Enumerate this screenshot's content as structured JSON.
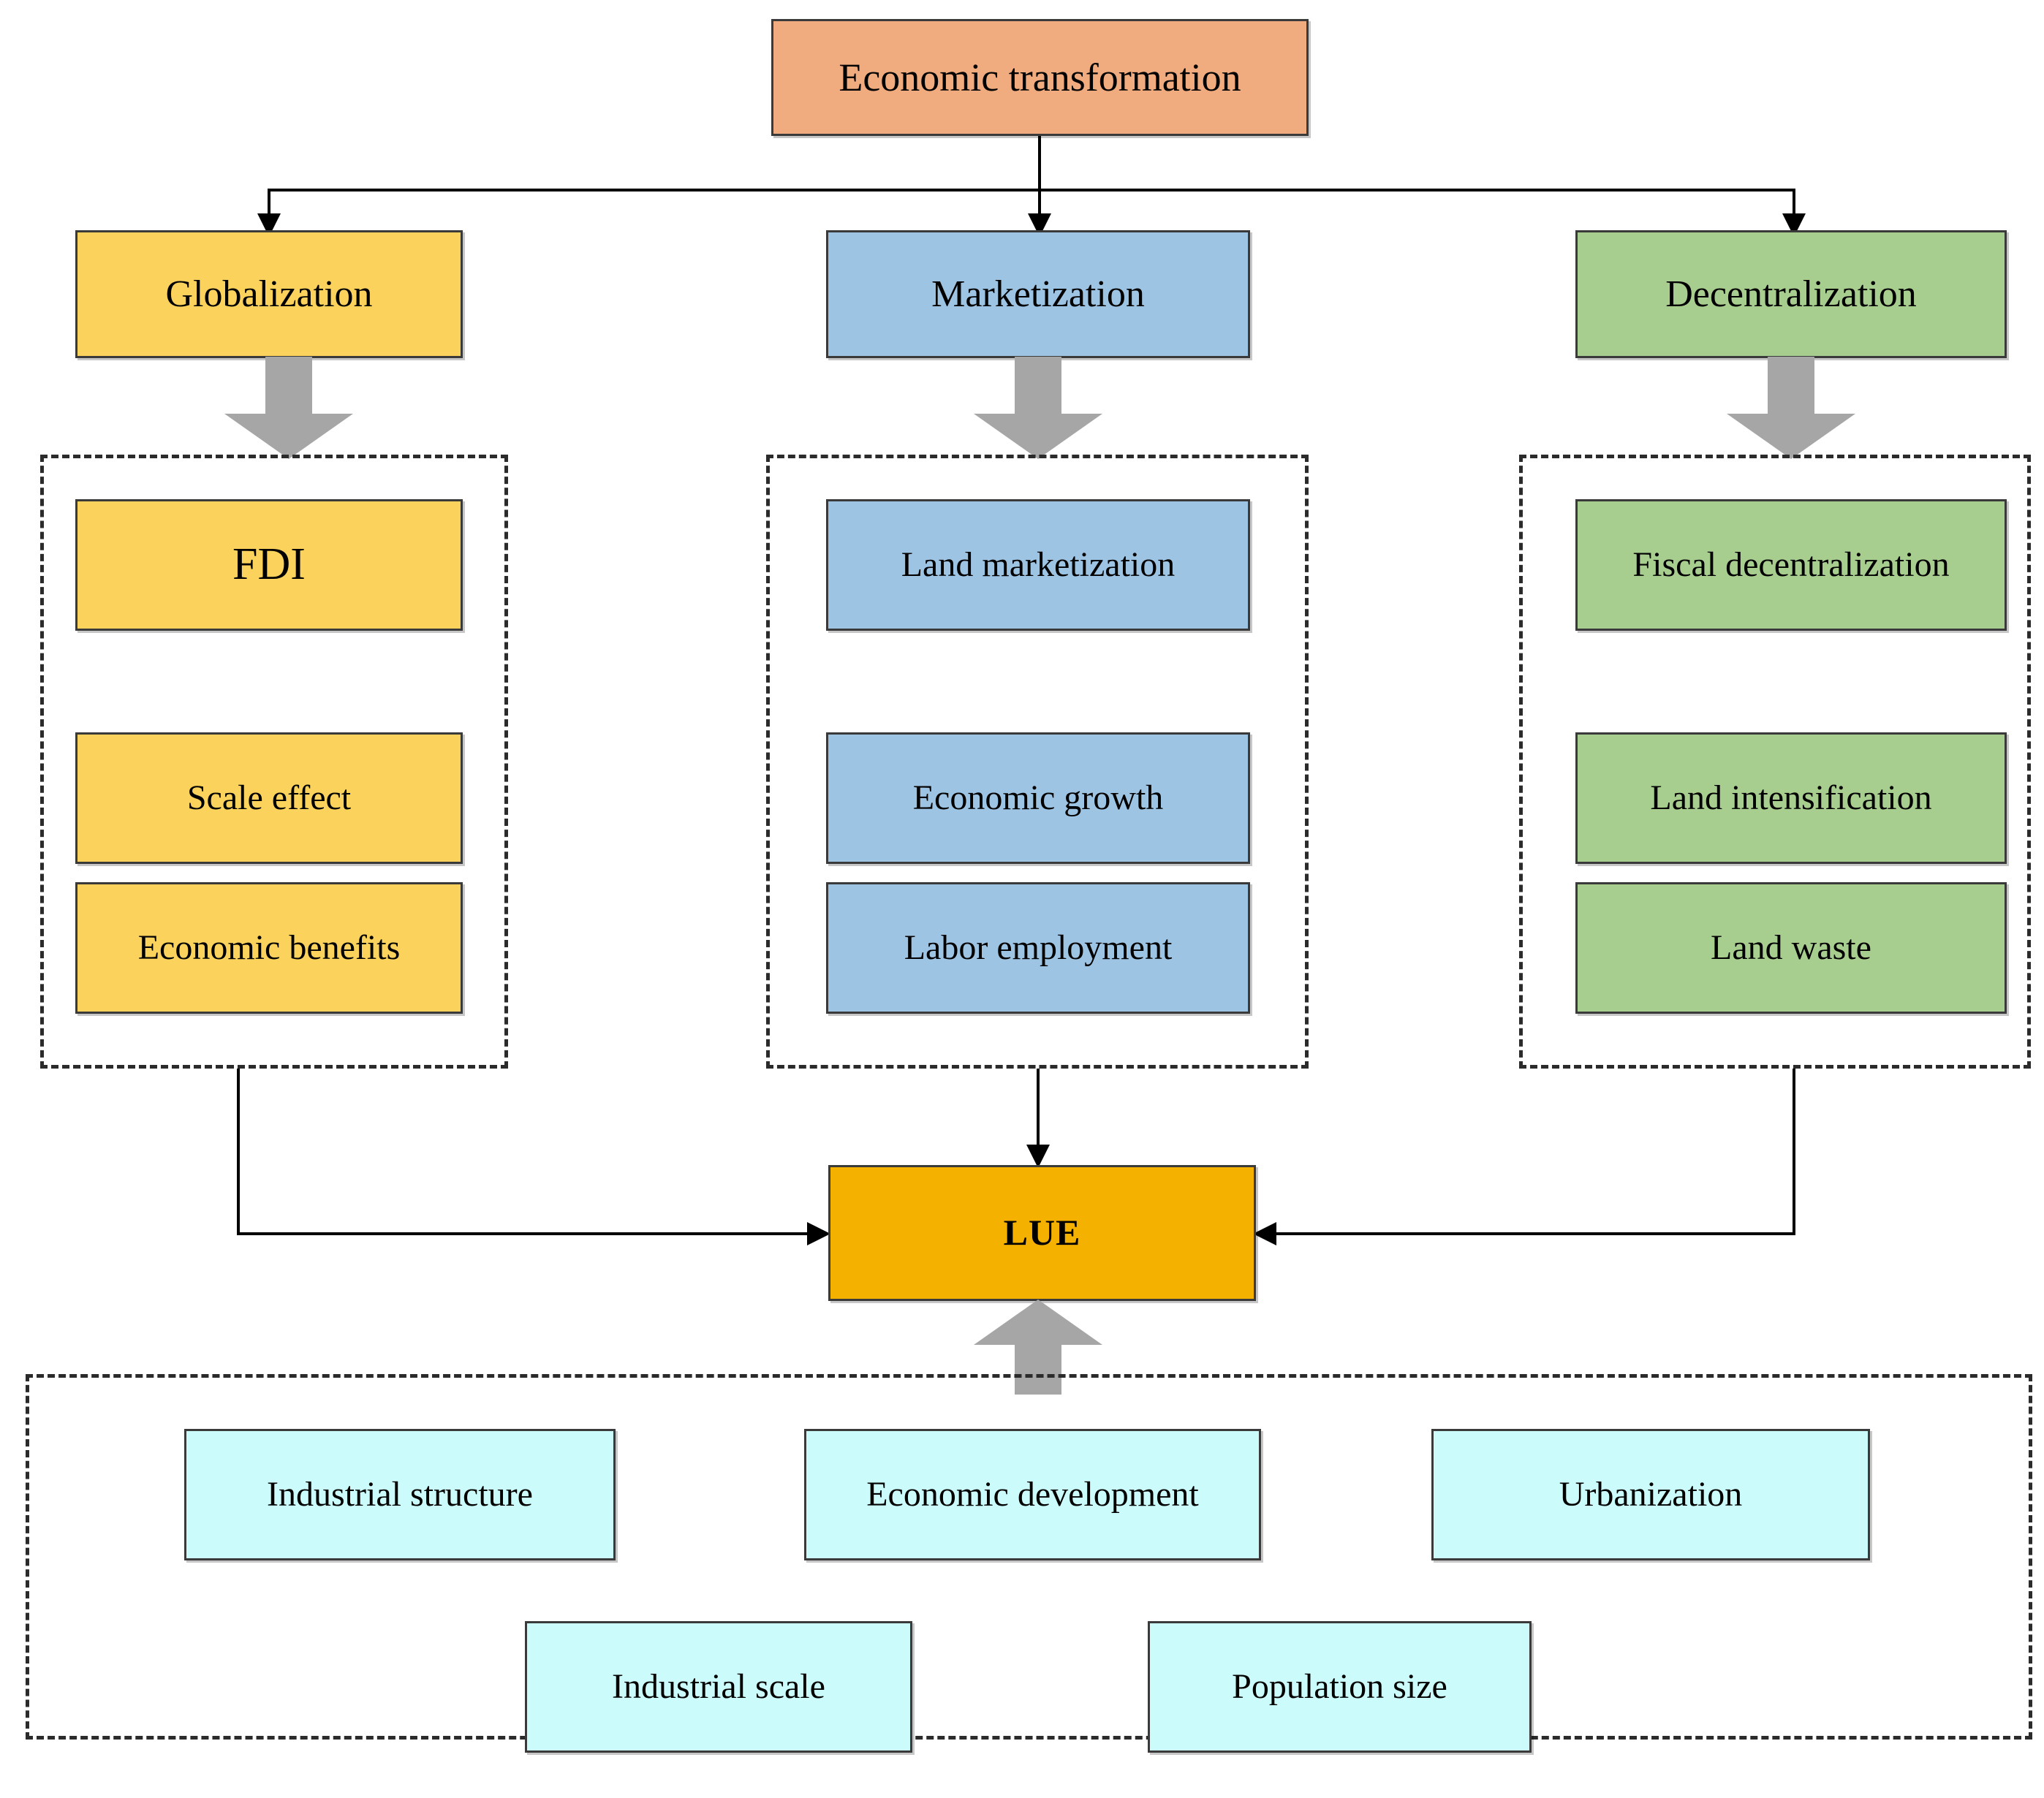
{
  "diagram": {
    "title_node": {
      "label": "Economic transformation"
    },
    "level2": [
      {
        "label": "Globalization",
        "color": "#FAD25C"
      },
      {
        "label": "Marketization",
        "color": "#9EC4E4"
      },
      {
        "label": "Decentralization",
        "color": "#A8CE8F"
      }
    ],
    "groups": [
      {
        "name": "globalization-group",
        "color": "#FAD25C",
        "items": [
          {
            "label": "FDI"
          },
          {
            "label": "Scale effect"
          },
          {
            "label": "Economic benefits"
          }
        ]
      },
      {
        "name": "marketization-group",
        "color": "#9EC4E4",
        "items": [
          {
            "label": "Land marketization"
          },
          {
            "label": "Economic growth"
          },
          {
            "label": "Labor employment"
          }
        ]
      },
      {
        "name": "decentralization-group",
        "color": "#A8CE8F",
        "items": [
          {
            "label": "Fiscal decentralization"
          },
          {
            "label": "Land intensification"
          },
          {
            "label": "Land waste"
          }
        ]
      }
    ],
    "outcome": {
      "label": "LUE",
      "color": "#F5B100"
    },
    "controls_group": {
      "name": "control-variables-group",
      "color": "#CBFBFB",
      "row1": [
        {
          "label": "Industrial structure"
        },
        {
          "label": "Economic development"
        },
        {
          "label": "Urbanization"
        }
      ],
      "row2": [
        {
          "label": "Industrial scale"
        },
        {
          "label": "Population size"
        }
      ]
    },
    "palette": {
      "top_box": "#F0AB7E",
      "yellow": "#FAD25C",
      "blue": "#9EC4E4",
      "green": "#A8CE8F",
      "amber": "#F5B100",
      "cyan": "#CBFBFB",
      "gray_arrow": "#A6A6A6",
      "stroke": "#3a3a3a",
      "line": "#000000"
    }
  }
}
